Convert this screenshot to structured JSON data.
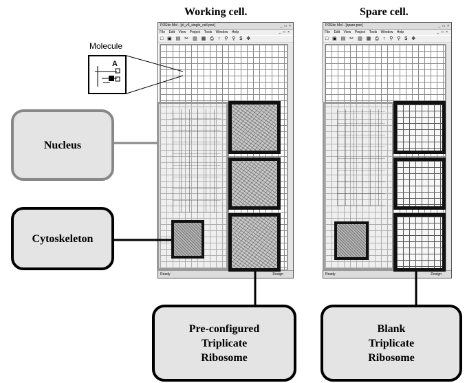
{
  "titles": {
    "working": "Working cell.",
    "spare": "Spare cell."
  },
  "molecule": {
    "label": "Molecule",
    "glyph": "A"
  },
  "callouts": {
    "nucleus": "Nucleus",
    "cytoskeleton": "Cytoskeleton",
    "preconfigured": "Pre-configured\nTriplicate\nRibosome",
    "blank": "Blank\nTriplicate\nRibosome"
  },
  "windows": {
    "working": {
      "title": "POEtic Mol - [sl_v3_single_cell.poe]",
      "menu": [
        "File",
        "Edit",
        "View",
        "Project",
        "Tools",
        "Window",
        "Help"
      ],
      "status_left": "Ready",
      "status_right": "Design"
    },
    "spare": {
      "title": "POEtic Mol - [spare.poe]",
      "menu": [
        "File",
        "Edit",
        "View",
        "Project",
        "Tools",
        "Window",
        "Help"
      ],
      "status_left": "Ready",
      "status_right": "Design"
    }
  },
  "icons": {
    "window_controls": "_ □ ×",
    "toolbar": "□ ▣ ▤ ✂ ▥ ▦ ⎙ ↑ ⚲ ⚲ $ ✥"
  }
}
